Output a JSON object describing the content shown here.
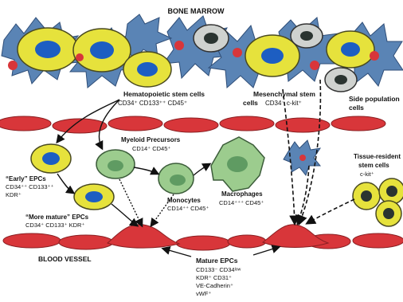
{
  "title": "BONE MARROW",
  "blood_vessel": "BLOOD VESSEL",
  "hsc": {
    "name": "Hematopoietic stem cells",
    "markers": "CD34⁺ CD133⁺⁺ CD45⁺"
  },
  "msc": {
    "name1": "Mesenchymal stem",
    "name2": "cells",
    "markers": "CD34⁻ c-kit⁺"
  },
  "side_pop": {
    "line1": "Side population",
    "line2": "cells"
  },
  "myeloid": {
    "name": "Myeloid Precursors",
    "markers": "CD14⁺ CD45⁺"
  },
  "early_epc": {
    "name": "“Early” EPCs",
    "markers1": "CD34⁺⁺ CD133⁺⁺",
    "markers2": "KDR⁺"
  },
  "more_mature_epc": {
    "name": "“More mature” EPCs",
    "markers": "CD34⁺ CD133⁺ KDR⁺"
  },
  "monocytes": {
    "name": "Monocytes",
    "markers": "CD14⁺⁺ CD45⁺"
  },
  "macrophages": {
    "name": "Macrophages",
    "markers": "CD14⁺⁺⁺ CD45⁺"
  },
  "tissue_resident": {
    "line1": "Tissue-resident",
    "line2": "stem cells",
    "markers": "c-kit⁺"
  },
  "mature_epc": {
    "name": "Mature EPCs",
    "m1": "CD133⁻ CD34ˡᵒʷ",
    "m2": "KDR⁺ CD31⁺",
    "m3": "VE-Cadherin⁺",
    "m4": "vWF⁺"
  },
  "colors": {
    "stem_yellow": "#e6e23c",
    "nucleus_blue": "#1d5ec2",
    "marrow_blue": "#5a84b5",
    "red_cell": "#d8363a",
    "green_cell": "#9ccc8e",
    "green_nucleus": "#5f9b62",
    "grey_cell": "#cfd2cf",
    "dark_nucleus": "#2a3430"
  }
}
